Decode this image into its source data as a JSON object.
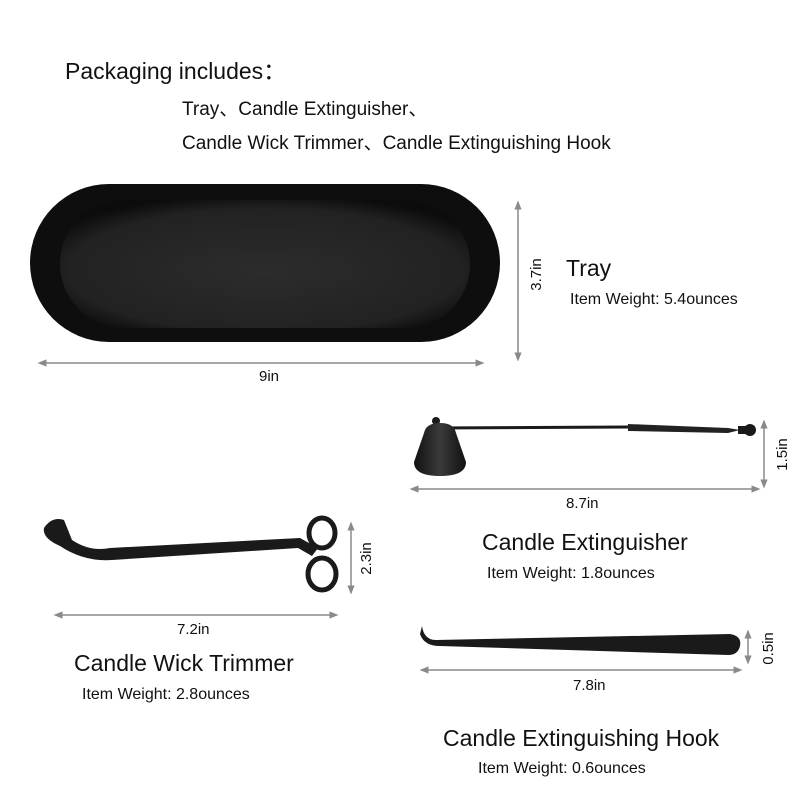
{
  "header": {
    "title": "Packaging includes：",
    "items_line1": "Tray、Candle Extinguisher、",
    "items_line2": "Candle Wick Trimmer、Candle Extinguishing Hook"
  },
  "products": {
    "tray": {
      "name": "Tray",
      "weight": "Item Weight: 5.4ounces",
      "length": "9in",
      "height": "3.7in"
    },
    "extinguisher": {
      "name": "Candle Extinguisher",
      "weight": "Item Weight: 1.8ounces",
      "length": "8.7in",
      "height": "1.5in"
    },
    "trimmer": {
      "name": "Candle Wick Trimmer",
      "weight": "Item Weight: 2.8ounces",
      "length": "7.2in",
      "height": "2.3in"
    },
    "hook": {
      "name": "Candle Extinguishing Hook",
      "weight": "Item Weight: 0.6ounces",
      "length": "7.8in",
      "height": "0.5in"
    }
  },
  "colors": {
    "product": "#1a1a1a",
    "dimension_line": "#8a8a8a"
  }
}
